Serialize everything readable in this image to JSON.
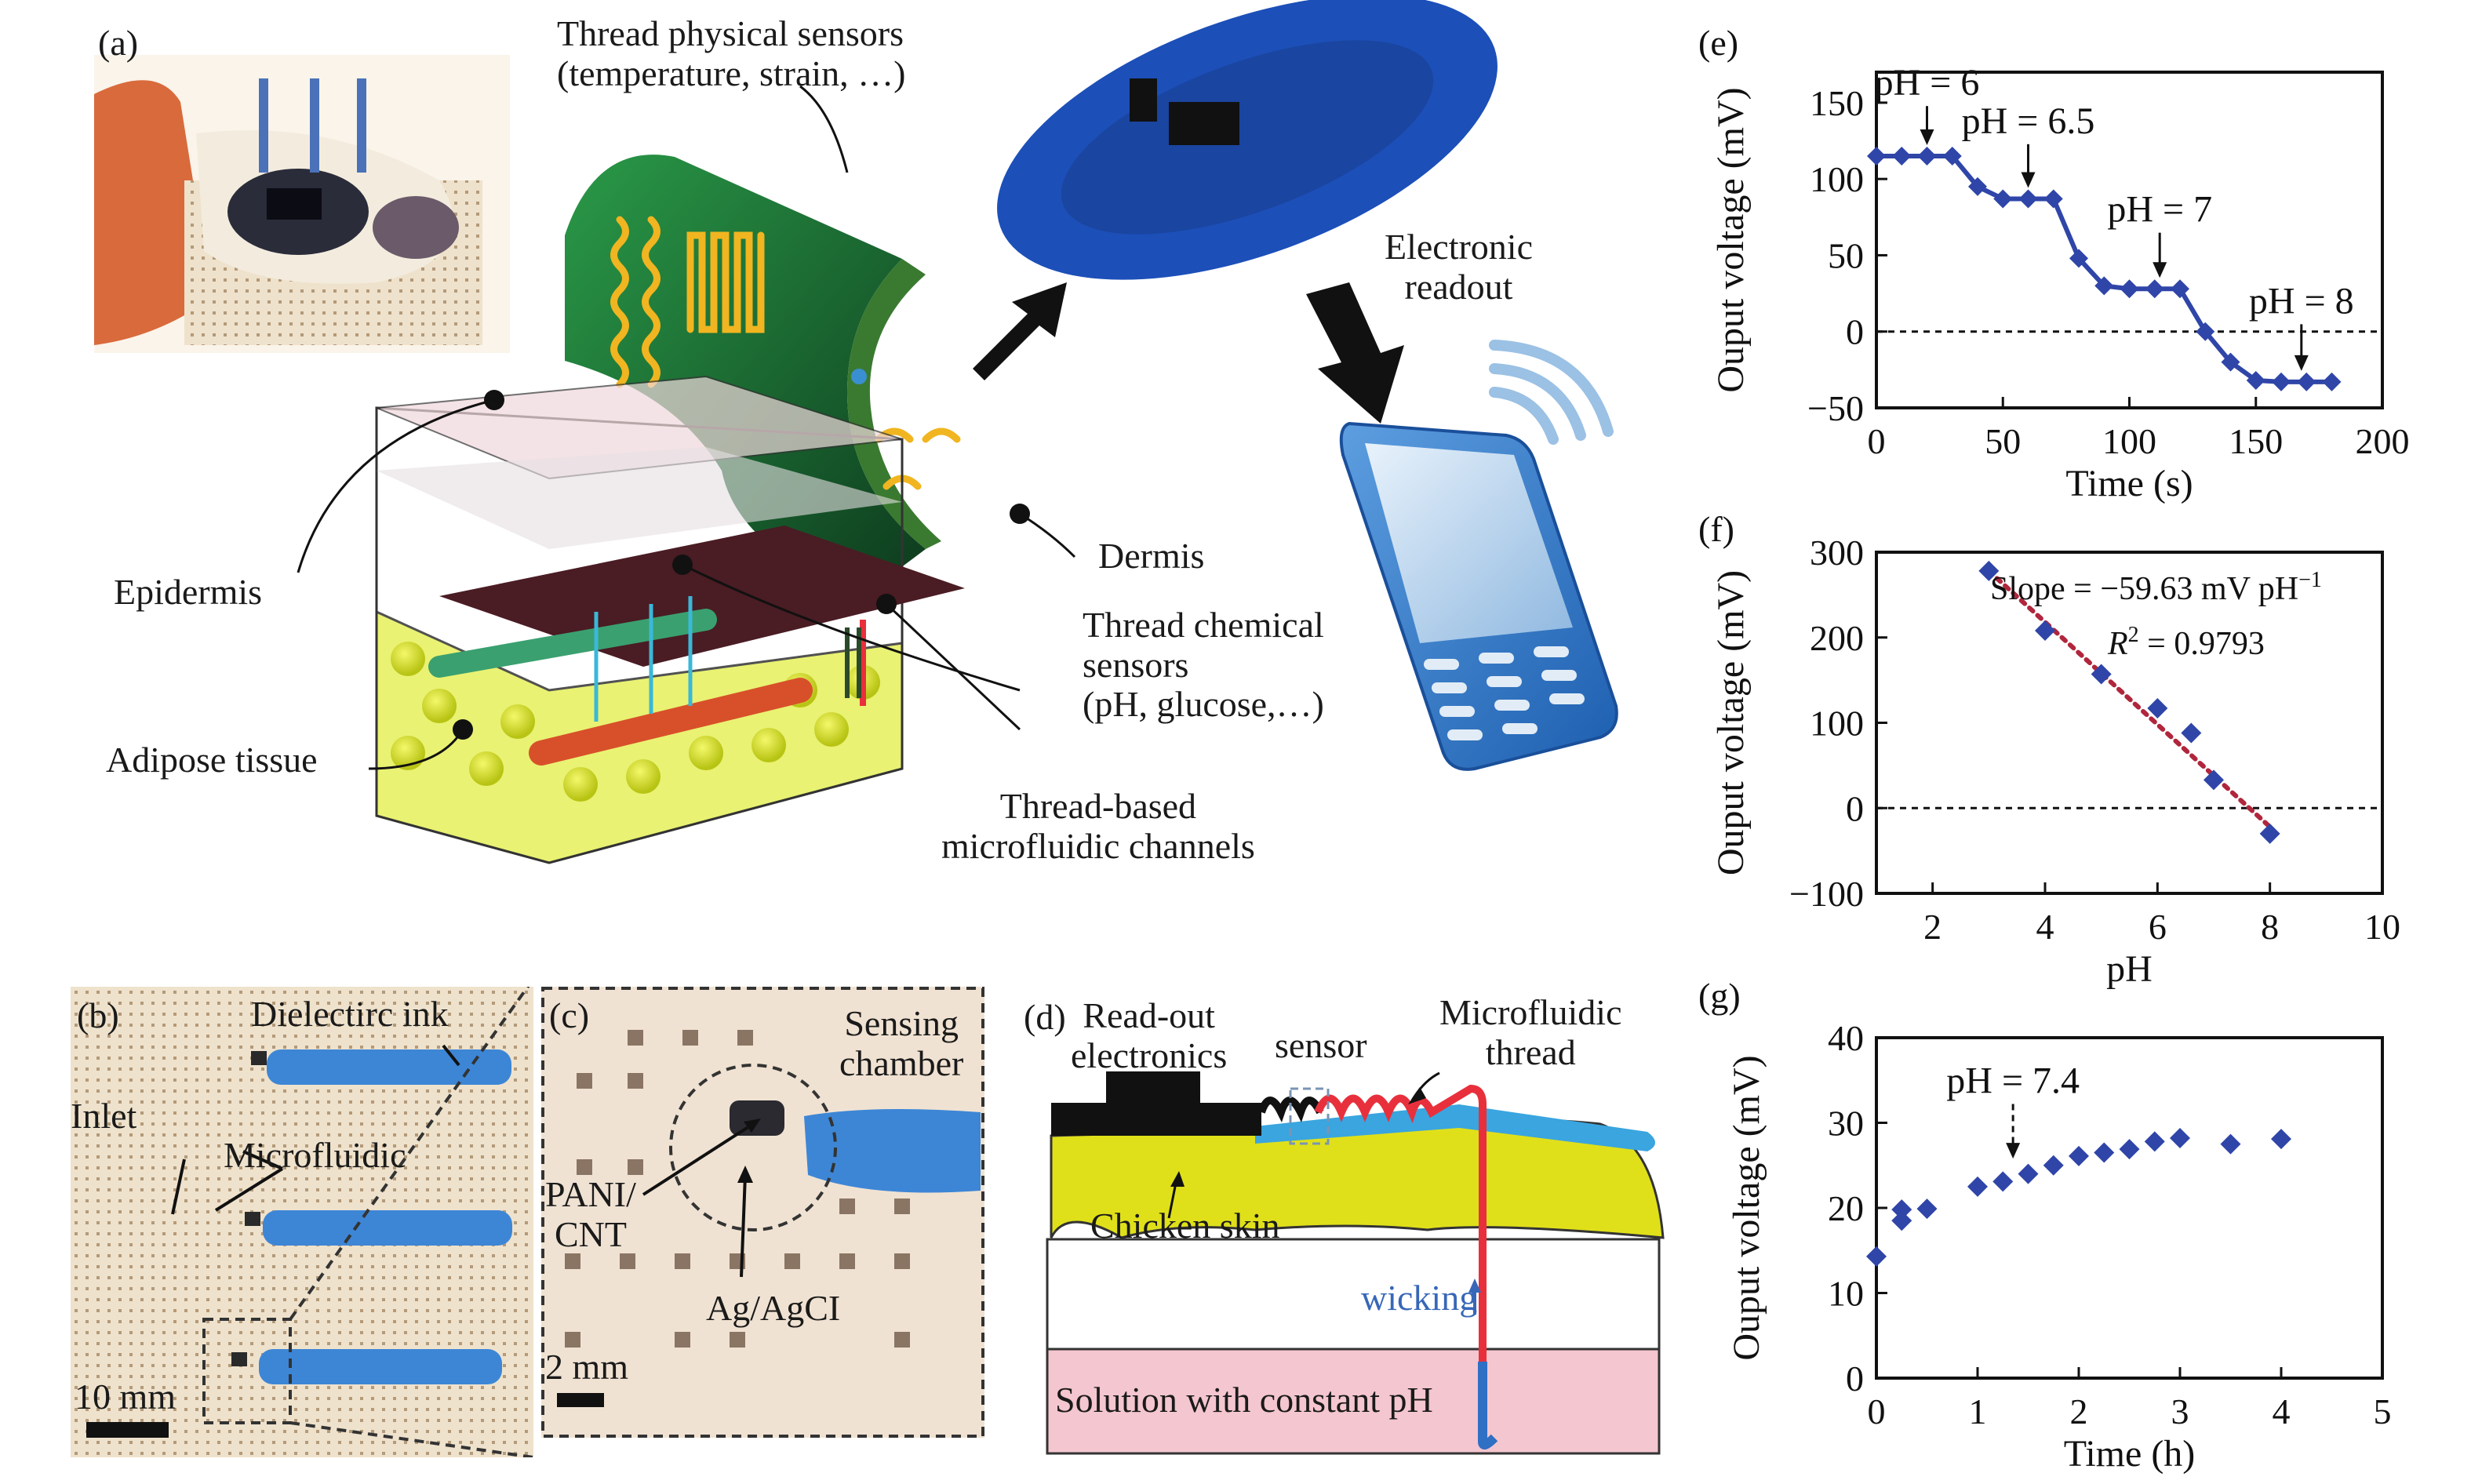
{
  "colors": {
    "marker": "#2f45a8",
    "fit_line": "#b0263c",
    "ink_blue": "#3d86d6",
    "skin_yellow": "#e0e01a",
    "solution_pink": "#f4c6cf",
    "thread_red": "#e8303c",
    "thread_blue": "#2f6fc4",
    "wicking_blue": "#3767b8",
    "dermis": "#4a1c24",
    "board_blue": "#1c4fb8",
    "patch_green": "#1f7a3a"
  },
  "panel_a": {
    "label": "(a)",
    "thread_physical_sensors": [
      "Thread physical sensors",
      "(temperature, strain, …)"
    ],
    "electronic_readout": [
      "Electronic",
      "readout"
    ],
    "epidermis": "Epidermis",
    "dermis": "Dermis",
    "adipose_tissue": "Adipose tissue",
    "thread_chemical_sensors": [
      "Thread chemical",
      "sensors",
      "(pH, glucose,…)"
    ],
    "thread_microfluidic": [
      "Thread-based",
      "microfluidic channels"
    ],
    "icons": [
      "photo-hand-patch",
      "flexible-circuit-board",
      "phone-icon",
      "wireless-signal-icon",
      "arrow-icon"
    ]
  },
  "panel_b": {
    "label": "(b)",
    "dielectric_ink": "Dielectirc ink",
    "inlet": "Inlet",
    "microfluidic": "Microfluidic",
    "scale": "10 mm"
  },
  "panel_c": {
    "label": "(c)",
    "sensing_chamber": [
      "Sensing",
      "chamber"
    ],
    "pani_cnt": [
      "PANI/",
      "CNT"
    ],
    "ag_agcl": "Ag/AgCI",
    "scale": "2 mm"
  },
  "panel_d": {
    "label": "(d)",
    "readout": [
      "Read-out",
      "electronics"
    ],
    "sensor": "sensor",
    "microfluidic_thread": [
      "Microfluidic",
      "thread"
    ],
    "chicken_skin": "Chicken skin",
    "wicking": "wicking",
    "solution": "Solution with constant pH"
  },
  "chart_data": [
    {
      "id": "e",
      "label": "(e)",
      "type": "line",
      "title": "",
      "xlabel": "Time (s)",
      "ylabel": "Ouput voltage (mV)",
      "xlim": [
        0,
        200
      ],
      "ylim": [
        -50,
        170
      ],
      "xticks": [
        0,
        50,
        100,
        150,
        200
      ],
      "yticks": [
        -50,
        0,
        50,
        100,
        150
      ],
      "reference_line_y": 0,
      "x": [
        0,
        10,
        20,
        30,
        40,
        50,
        60,
        70,
        80,
        90,
        100,
        110,
        120,
        130,
        140,
        150,
        160,
        170,
        180
      ],
      "y": [
        115,
        115,
        115,
        115,
        95,
        87,
        87,
        87,
        48,
        30,
        28,
        28,
        28,
        0,
        -20,
        -32,
        -33,
        -33,
        -33
      ],
      "annotations": [
        {
          "text": "pH = 6",
          "x": 20,
          "arrow_to_y": 115,
          "text_y": 155
        },
        {
          "text": "pH = 6.5",
          "x": 60,
          "arrow_to_y": 87,
          "text_y": 130
        },
        {
          "text": "pH = 7",
          "x": 112,
          "arrow_to_y": 28,
          "text_y": 72
        },
        {
          "text": "pH = 8",
          "x": 168,
          "arrow_to_y": -33,
          "text_y": 12
        }
      ]
    },
    {
      "id": "f",
      "label": "(f)",
      "type": "scatter",
      "title": "",
      "xlabel": "pH",
      "ylabel": "Ouput voltage (mV)",
      "xlim": [
        1,
        10
      ],
      "ylim": [
        -100,
        300
      ],
      "xticks": [
        2,
        4,
        6,
        8,
        10
      ],
      "yticks": [
        -100,
        0,
        100,
        200,
        300
      ],
      "reference_line_y": 0,
      "x": [
        3,
        4,
        5,
        6,
        6.6,
        7,
        8
      ],
      "y": [
        278,
        208,
        157,
        117,
        88,
        33,
        -30
      ],
      "fit": {
        "x": [
          3,
          8
        ],
        "y": [
          278,
          -22
        ]
      },
      "annotations": [
        {
          "text": "Slope = −59.63 mV pH",
          "sup": "−1"
        },
        {
          "text_italic": "R",
          "sup": "2",
          "text": " = 0.9793"
        }
      ]
    },
    {
      "id": "g",
      "label": "(g)",
      "type": "scatter",
      "title": "",
      "xlabel": "Time (h)",
      "ylabel": "Ouput voltage (mV)",
      "xlim": [
        0,
        5
      ],
      "ylim": [
        0,
        40
      ],
      "xticks": [
        0,
        1,
        2,
        3,
        4,
        5
      ],
      "yticks": [
        0,
        10,
        20,
        30,
        40
      ],
      "x": [
        0,
        0.25,
        0.25,
        0.5,
        1,
        1.25,
        1.5,
        1.75,
        2,
        2.25,
        2.5,
        2.75,
        3,
        3.5,
        4
      ],
      "y": [
        14.3,
        18.5,
        19.8,
        19.9,
        22.5,
        23.1,
        24,
        25,
        26.1,
        26.5,
        26.9,
        27.8,
        28.2,
        27.5,
        28.1
      ],
      "annotations": [
        {
          "text": "pH = 7.4",
          "x": 1.35,
          "arrow_to_y": 24.5,
          "text_y": 33.5,
          "dashed": true
        }
      ]
    }
  ]
}
